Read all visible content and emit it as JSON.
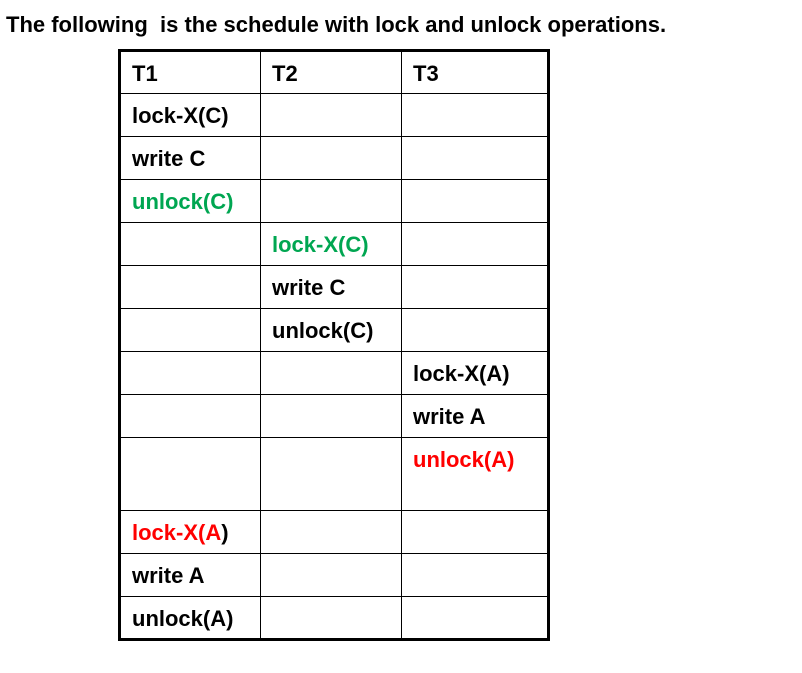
{
  "heading": "The following  is the schedule with lock and unlock operations.",
  "colors": {
    "green": "#00a651",
    "red": "#ff0000",
    "black": "#000000"
  },
  "table": {
    "headers": [
      "T1",
      "T2",
      "T3"
    ],
    "rows": [
      [
        {
          "text": "lock-X(C)"
        },
        {
          "text": ""
        },
        {
          "text": ""
        }
      ],
      [
        {
          "text": "write C"
        },
        {
          "text": ""
        },
        {
          "text": ""
        }
      ],
      [
        {
          "text": "unlock(C)",
          "color": "green"
        },
        {
          "text": ""
        },
        {
          "text": ""
        }
      ],
      [
        {
          "text": ""
        },
        {
          "text": "lock-X(C)",
          "color": "green"
        },
        {
          "text": ""
        }
      ],
      [
        {
          "text": ""
        },
        {
          "text": "write C"
        },
        {
          "text": ""
        }
      ],
      [
        {
          "text": ""
        },
        {
          "text": "unlock(C)"
        },
        {
          "text": ""
        }
      ],
      [
        {
          "text": ""
        },
        {
          "text": ""
        },
        {
          "text": "lock-X(A)"
        }
      ],
      [
        {
          "text": ""
        },
        {
          "text": ""
        },
        {
          "text": "write A"
        }
      ],
      [
        {
          "text": ""
        },
        {
          "text": ""
        },
        {
          "text": "unlock(A)",
          "color": "red"
        }
      ],
      [
        {
          "parts": [
            {
              "text": "lock-X(A",
              "color": "red"
            },
            {
              "text": ")"
            }
          ]
        },
        {
          "text": ""
        },
        {
          "text": ""
        }
      ],
      [
        {
          "text": "write A"
        },
        {
          "text": ""
        },
        {
          "text": ""
        }
      ],
      [
        {
          "text": "unlock(A)"
        },
        {
          "text": ""
        },
        {
          "text": ""
        }
      ]
    ]
  }
}
